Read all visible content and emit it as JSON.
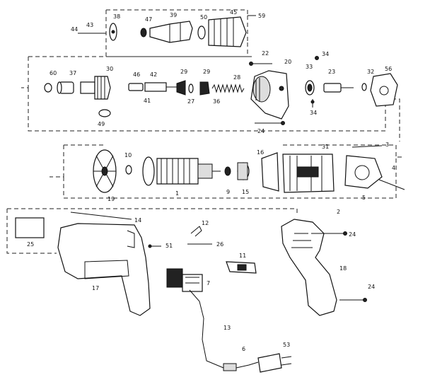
{
  "labels": {
    "l44": "44",
    "l43": "43",
    "l38": "38",
    "l47": "47",
    "l39": "39",
    "l50": "50",
    "l45": "45",
    "l59": "59",
    "l22": "22",
    "l34a": "34",
    "l60": "60",
    "l37": "37",
    "l30": "30",
    "l49": "49",
    "l46": "46",
    "l42": "42",
    "l41": "41",
    "l29a": "29",
    "l29b": "29",
    "l27": "27",
    "l36": "36",
    "l28": "28",
    "l20": "20",
    "l33": "33",
    "l23": "23",
    "l32": "32",
    "l56": "56",
    "l34b": "34",
    "l24a": "24",
    "l3": "3",
    "l10": "10",
    "l19": "19",
    "l1": "1",
    "l9": "9",
    "l15": "15",
    "l16": "16",
    "l31": "31",
    "l4": "4",
    "l5": "5",
    "l2": "2",
    "l14": "14",
    "l25": "25",
    "l12": "12",
    "l51": "51",
    "l26": "26",
    "l11": "11",
    "l17": "17",
    "l7": "7",
    "l13": "13",
    "l6": "6",
    "l53": "53",
    "l24b": "24",
    "l18": "18",
    "l24c": "24"
  }
}
